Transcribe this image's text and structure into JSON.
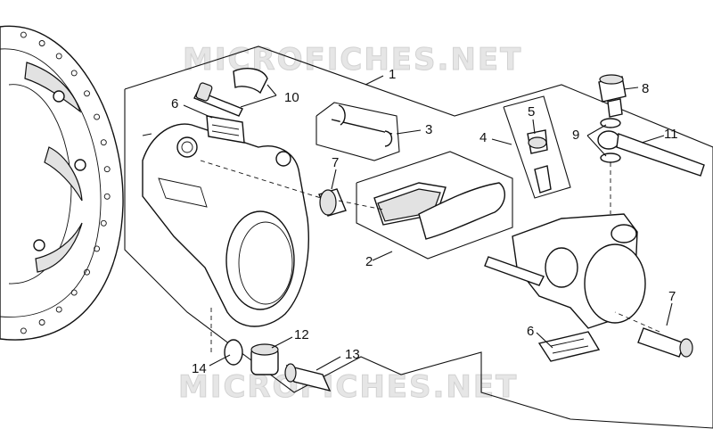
{
  "watermark": "MICROFICHES.NET",
  "callouts": [
    "1",
    "2",
    "3",
    "4",
    "5",
    "6",
    "6",
    "7",
    "7",
    "8",
    "9",
    "10",
    "11",
    "12",
    "13",
    "14"
  ]
}
